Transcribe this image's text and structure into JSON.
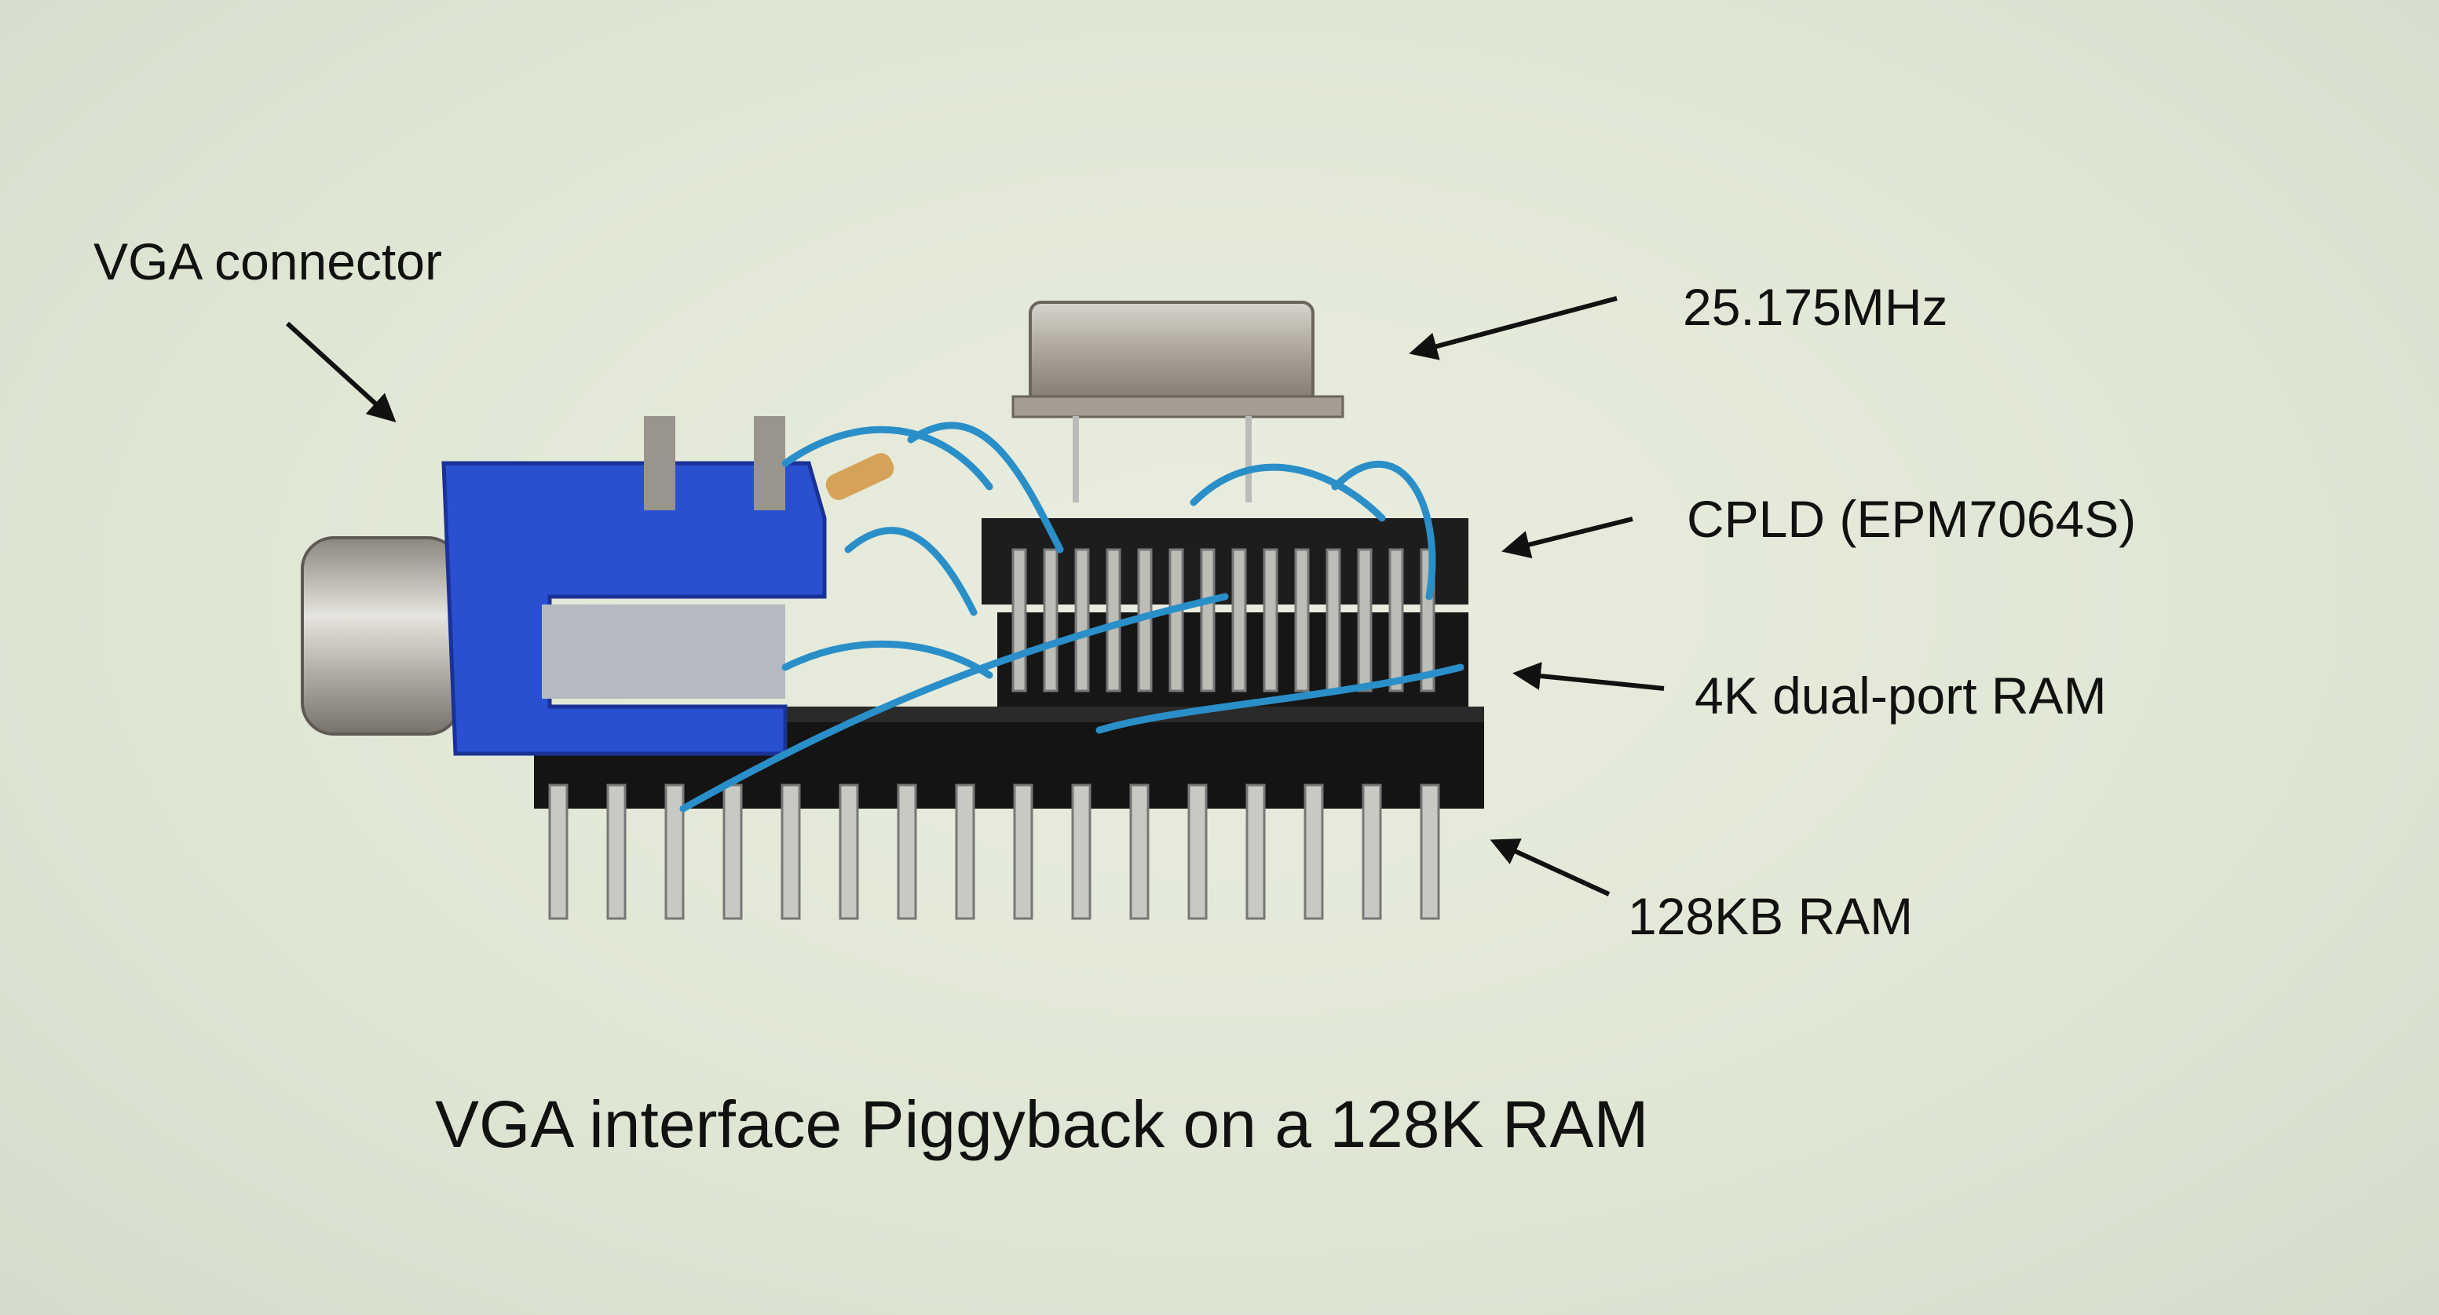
{
  "annotations": {
    "vga_connector": "VGA connector",
    "oscillator": "25.175MHz",
    "cpld": "CPLD (EPM7064S)",
    "dual_port_ram": "4K dual-port RAM",
    "main_ram": "128KB RAM"
  },
  "caption": "VGA interface Piggyback on a 128K RAM",
  "colors": {
    "background": "#e2e7d6",
    "connector_blue": "#2a4fd0",
    "wire_blue": "#2a8fc8",
    "chip_black": "#141414",
    "metal": "#b8b2a6"
  }
}
